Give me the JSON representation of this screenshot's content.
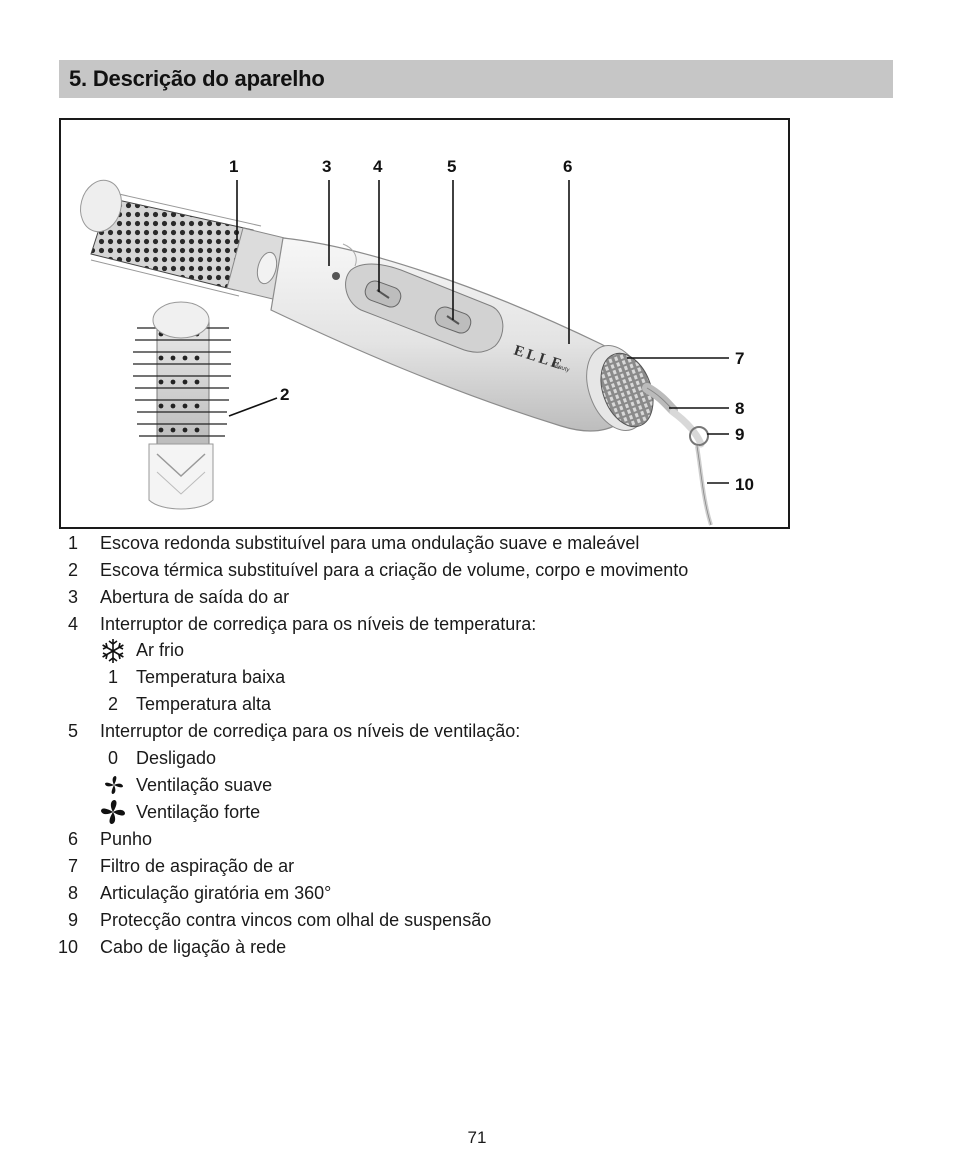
{
  "section": {
    "title": "5. Descrição do aparelho"
  },
  "figure": {
    "callouts": [
      "1",
      "3",
      "4",
      "5",
      "6",
      "7",
      "8",
      "9",
      "10",
      "2"
    ],
    "brand_text": "ELLE",
    "brand_subtext": "Beauty"
  },
  "legend": {
    "items": [
      {
        "number": "1",
        "text": "Escova redonda substituível para uma ondulação suave e maleável"
      },
      {
        "number": "2",
        "text": "Escova térmica substituível para a criação de volume, corpo e movimento"
      },
      {
        "number": "3",
        "text": "Abertura de saída do ar"
      },
      {
        "number": "4",
        "text": "Interruptor de corrediça para os níveis de temperatura:"
      },
      {
        "number": "5",
        "text": "Interruptor de corrediça para os níveis de ventilação:"
      },
      {
        "number": "6",
        "text": "Punho"
      },
      {
        "number": "7",
        "text": "Filtro de aspiração de ar"
      },
      {
        "number": "8",
        "text": "Articulação giratória em 360°"
      },
      {
        "number": "9",
        "text": "Protecção contra vincos com olhal de suspensão"
      },
      {
        "number": "10",
        "text": "Cabo de ligação à rede"
      }
    ],
    "temperature_levels": [
      {
        "symbol": "snowflake-icon",
        "text": "Ar frio"
      },
      {
        "symbol": "1",
        "text": "Temperatura baixa"
      },
      {
        "symbol": "2",
        "text": "Temperatura alta"
      }
    ],
    "fan_levels": [
      {
        "symbol": "0",
        "text": "Desligado"
      },
      {
        "symbol": "fan-small-icon",
        "text": "Ventilação suave"
      },
      {
        "symbol": "fan-large-icon",
        "text": "Ventilação forte"
      }
    ]
  },
  "page_number": "71"
}
